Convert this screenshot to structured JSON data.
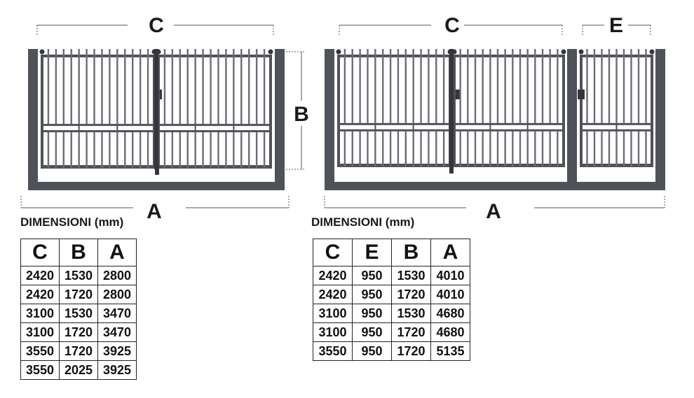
{
  "diagram": {
    "left": {
      "width_label": "C",
      "height_label": "B",
      "total_label": "A"
    },
    "right": {
      "width_label": "C",
      "gate_label": "E",
      "total_label": "A"
    }
  },
  "tables": {
    "left": {
      "title": "DIMENSIONI (mm)",
      "headers": [
        "C",
        "B",
        "A"
      ],
      "rows": [
        [
          "2420",
          "1530",
          "2800"
        ],
        [
          "2420",
          "1720",
          "2800"
        ],
        [
          "3100",
          "1530",
          "3470"
        ],
        [
          "3100",
          "1720",
          "3470"
        ],
        [
          "3550",
          "1720",
          "3925"
        ],
        [
          "3550",
          "2025",
          "3925"
        ]
      ]
    },
    "right": {
      "title": "DIMENSIONI (mm)",
      "headers": [
        "C",
        "E",
        "B",
        "A"
      ],
      "rows": [
        [
          "2420",
          "950",
          "1530",
          "4010"
        ],
        [
          "2420",
          "950",
          "1720",
          "4010"
        ],
        [
          "3100",
          "950",
          "1530",
          "4680"
        ],
        [
          "3100",
          "950",
          "1720",
          "4680"
        ],
        [
          "3550",
          "950",
          "1720",
          "5135"
        ]
      ]
    }
  },
  "colors": {
    "frame": "#505259",
    "frame_dark": "#34363b",
    "bar": "#6b6d73",
    "dim_line": "#555555"
  }
}
